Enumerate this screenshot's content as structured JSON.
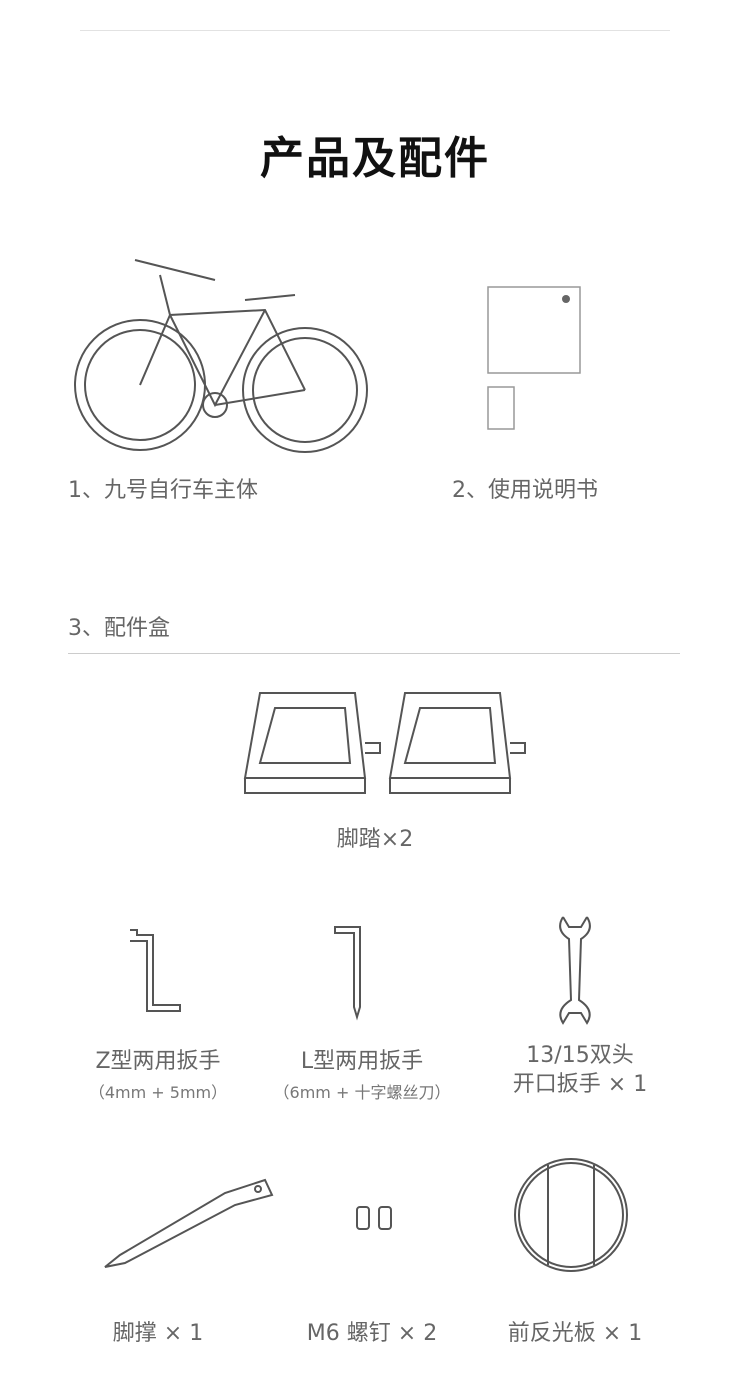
{
  "title": "产品及配件",
  "items": {
    "bike": "1、九号自行车主体",
    "manual": "2、使用说明书",
    "accessory_box": "3、配件盒",
    "pedals": "脚踏×2",
    "z_wrench": {
      "name": "Z型两用扳手",
      "spec": "（4mm + 5mm）"
    },
    "l_wrench": {
      "name": "L型两用扳手",
      "spec": "（6mm + 十字螺丝刀）"
    },
    "open_wrench": {
      "line1": "13/15双头",
      "line2": "开口扳手 × 1"
    },
    "kickstand": "脚撑 × 1",
    "screws": "M6 螺钉 × 2",
    "reflector": "前反光板 × 1"
  }
}
